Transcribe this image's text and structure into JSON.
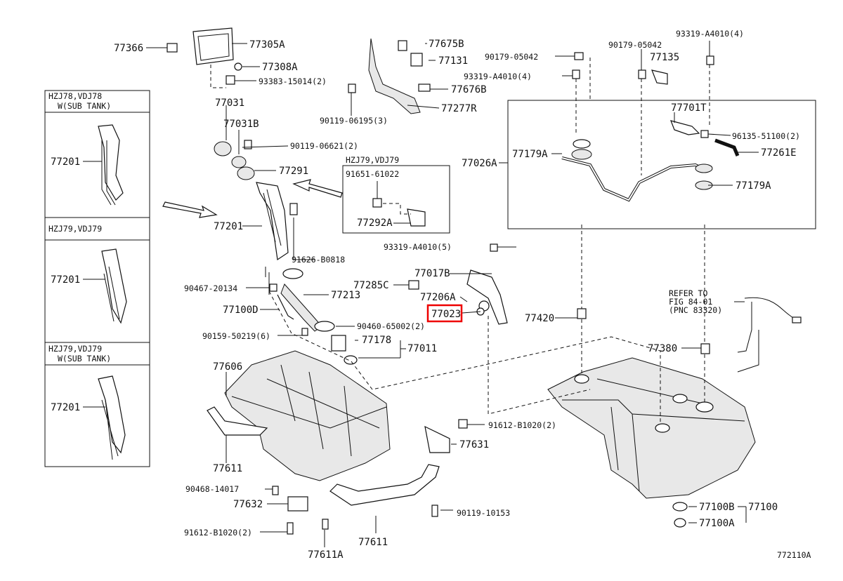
{
  "figure_code": "772110A",
  "refer": {
    "line1": "REFER TO",
    "line2": "FIG 84-01",
    "line3": "(PNC 83320)"
  },
  "variants": {
    "v1": {
      "line1": "HZJ78,VDJ78",
      "line2": "W(SUB TANK)",
      "part": "77201"
    },
    "v2": {
      "line1": "HZJ79,VDJ79",
      "part": "77201"
    },
    "v3": {
      "line1": "HZJ79,VDJ79",
      "line2": "W(SUB TANK)",
      "part": "77201"
    },
    "inset": {
      "title": "HZJ79,VDJ79",
      "p1": "91651-61022",
      "p2": "77292A"
    }
  },
  "highlight": "77023",
  "labels": {
    "l77366": "77366",
    "l77305A": "77305A",
    "l77308A": "77308A",
    "l93383": "93383-15014(2)",
    "l77031": "77031",
    "l77031B": "77031B",
    "l90119_06621": "90119-06621(2)",
    "l77291": "77291",
    "l77201": "77201",
    "l91626": "91626-B0818",
    "l90467": "90467-20134",
    "l77213": "77213",
    "l77100D": "77100D",
    "l90460": "90460-65002(2)",
    "l90159": "90159-50219(6)",
    "l77178": "77178",
    "l77011": "77011",
    "l77606": "77606",
    "l77611a": "77611",
    "l90468": "90468-14017",
    "l77632": "77632",
    "l91612a": "91612-B1020(2)",
    "l77611A": "77611A",
    "l77611b": "77611",
    "l77675B": "77675B",
    "l77131": "77131",
    "l77676B": "77676B",
    "l77277R": "77277R",
    "l90119_06195": "90119-06195(3)",
    "l93319a": "93319-A4010(5)",
    "l77017B": "77017B",
    "l77285C": "77285C",
    "l77206A": "77206A",
    "l91612b": "91612-B1020(2)",
    "l77631": "77631",
    "l90119_10153": "90119-10153",
    "l90179a": "90179-05042",
    "l93319b": "93319-A4010(4)",
    "l90179b": "90179-05042",
    "l77135": "77135",
    "l93319c": "93319-A4010(4)",
    "l77701T": "77701T",
    "l96135": "96135-51100(2)",
    "l77026A": "77026A",
    "l77179Aa": "77179A",
    "l77261E": "77261E",
    "l77179Ab": "77179A",
    "l77420": "77420",
    "l77380": "77380",
    "l77100B": "77100B",
    "l77100": "77100",
    "l77100A": "77100A"
  }
}
